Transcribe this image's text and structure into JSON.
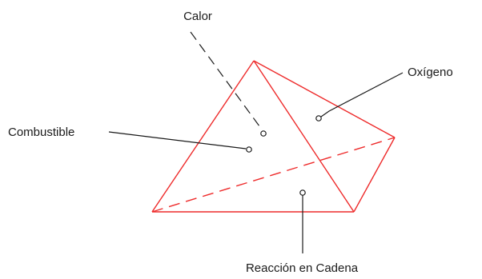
{
  "diagram": {
    "labels": {
      "heat": "Calor",
      "oxygen": "Oxígeno",
      "fuel": "Combustible",
      "chain_reaction": "Reacción en Cadena"
    },
    "colors": {
      "tetrahedron_edges": "#ee2b2b",
      "leader_lines": "#1a1a1a",
      "background": "#ffffff"
    }
  }
}
